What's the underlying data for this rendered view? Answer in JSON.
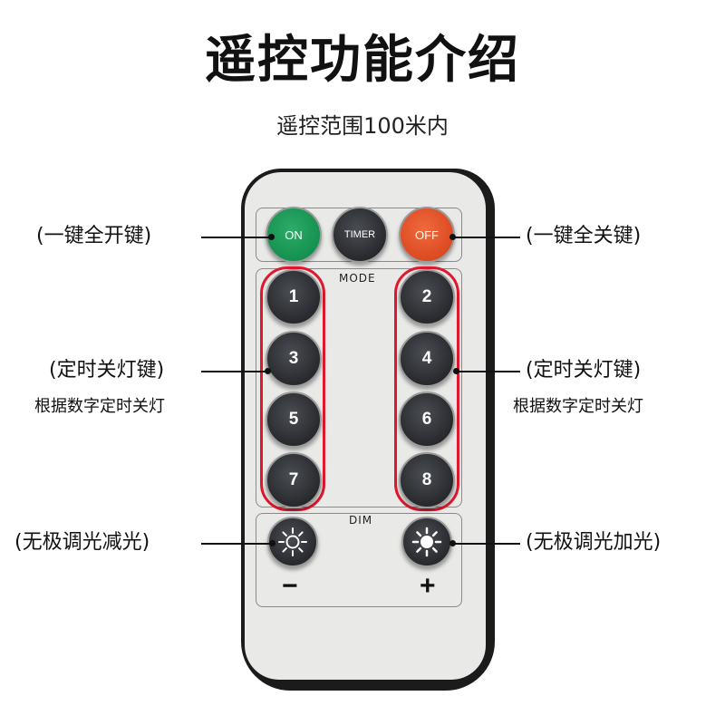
{
  "title": "遥控功能介绍",
  "subtitle": "遥控范围100米内",
  "remote": {
    "buttons": {
      "on": "ON",
      "timer": "TIMER",
      "off": "OFF",
      "mode_label": "MODE",
      "dim_label": "DIM",
      "numbers": [
        "1",
        "2",
        "3",
        "4",
        "5",
        "6",
        "7",
        "8"
      ],
      "minus": "−",
      "plus": "+"
    }
  },
  "annotations": {
    "left_power": "(一键全开键)",
    "right_power": "(一键全关键)",
    "left_timer": "(定时关灯键)",
    "left_timer_note": "根据数字定时关灯",
    "right_timer": "(定时关灯键)",
    "right_timer_note": "根据数字定时关灯",
    "left_dim": "(无极调光减光)",
    "right_dim": "(无极调光加光)"
  },
  "colors": {
    "on": "#159150",
    "off": "#dc4a22",
    "highlight": "#e0182d",
    "button_dark": "#2a2c30",
    "remote_face": "#e9e9e7"
  },
  "icons": {
    "dim_minus": "sun-outline-icon",
    "dim_plus": "sun-filled-icon"
  }
}
